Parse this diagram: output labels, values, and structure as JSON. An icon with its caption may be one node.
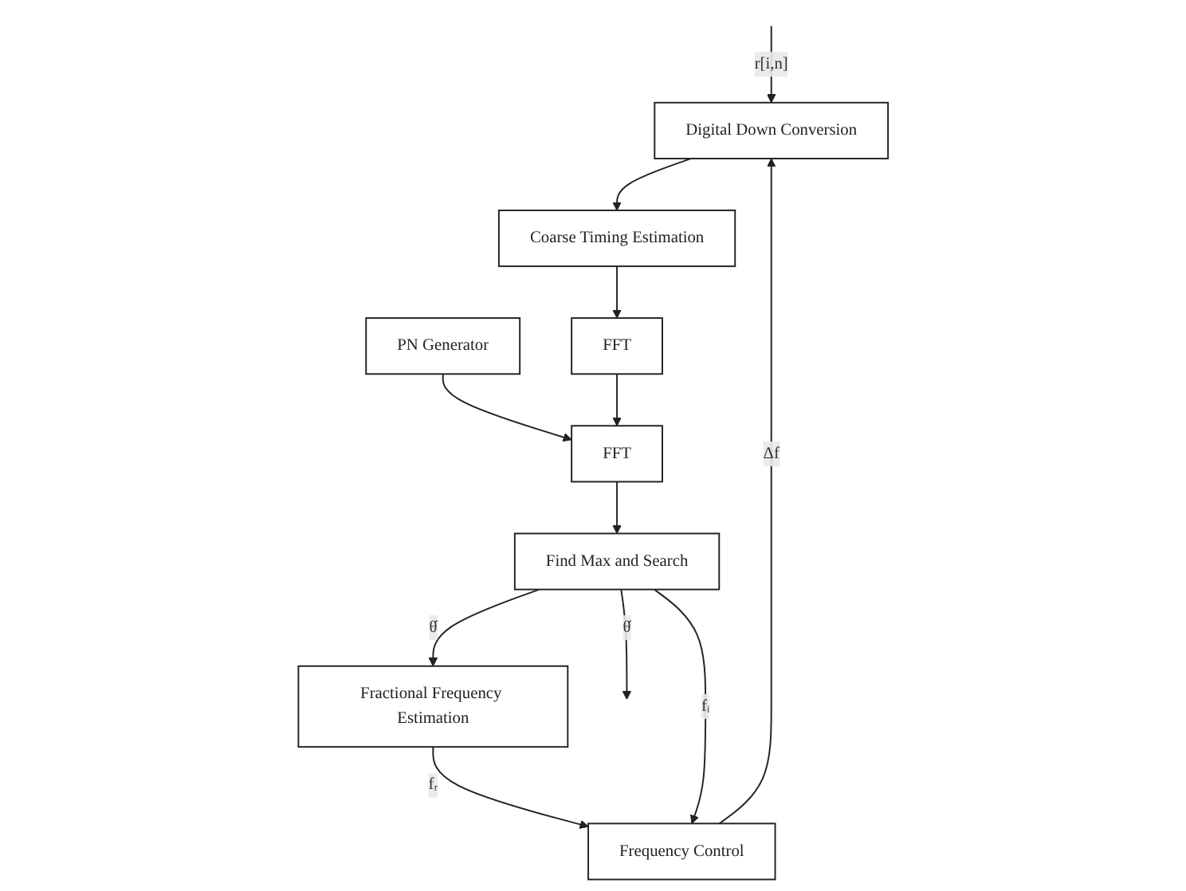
{
  "diagram": {
    "nodes": [
      {
        "text": [
          "Digital Down Conversion"
        ]
      },
      {
        "text": [
          "Coarse Timing Estimation"
        ]
      },
      {
        "text": [
          "PN Generator"
        ]
      },
      {
        "text": [
          "Frequency Control"
        ]
      },
      {
        "text": [
          "FFT"
        ]
      },
      {
        "text": [
          "FFT"
        ]
      },
      {
        "text": [
          "Fractional Frequency Estimation"
        ]
      },
      {
        "text": [
          "Find Max and Search"
        ]
      }
    ],
    "edges": [
      {
        "from": null,
        "to": 0,
        "arrow": "to",
        "label": "r[i,n]"
      },
      {
        "from": 0,
        "to": 1,
        "arrow": "to"
      },
      {
        "from": 1,
        "to": 4,
        "arrow": "to"
      },
      {
        "from": 2,
        "to": 5,
        "arrow": "to"
      },
      {
        "from": 4,
        "to": 5,
        "arrow": "to"
      },
      {
        "from": 5,
        "to": 7,
        "arrow": "to"
      },
      {
        "from": 7,
        "to": 6,
        "arrow": "to",
        "label": "θ̂"
      },
      {
        "from": 7,
        "to": null,
        "arrow": "to",
        "label": "θ̂"
      },
      {
        "from": 6,
        "to": 3,
        "arrow": "to",
        "label": "fᵣ"
      },
      {
        "from": 3,
        "to": 0,
        "arrow": "to",
        "label": "Δf"
      },
      {
        "from": 7,
        "to": 3,
        "arrow": "to",
        "label": "fᵢ"
      }
    ]
  }
}
